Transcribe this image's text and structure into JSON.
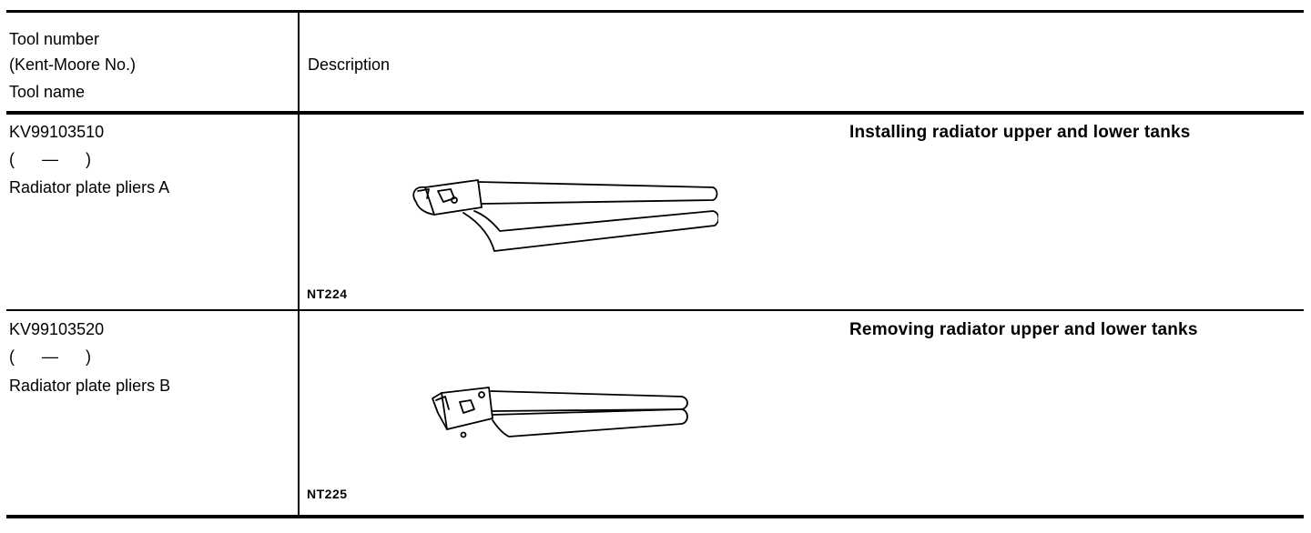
{
  "header": {
    "col1_line1": "Tool number",
    "col1_line2": "(Kent-Moore No.)",
    "col1_line3": "Tool name",
    "col2": "Description"
  },
  "rows": [
    {
      "tool_number": "KV99103510",
      "kent_moore": "(      —      )",
      "tool_name": "Radiator plate pliers A",
      "figure_code": "NT224",
      "description": "Installing radiator upper and lower tanks",
      "icon": "radiator-plate-pliers-a-icon"
    },
    {
      "tool_number": "KV99103520",
      "kent_moore": "(      —      )",
      "tool_name": "Radiator plate pliers B",
      "figure_code": "NT225",
      "description": "Removing radiator upper and lower tanks",
      "icon": "radiator-plate-pliers-b-icon"
    }
  ]
}
